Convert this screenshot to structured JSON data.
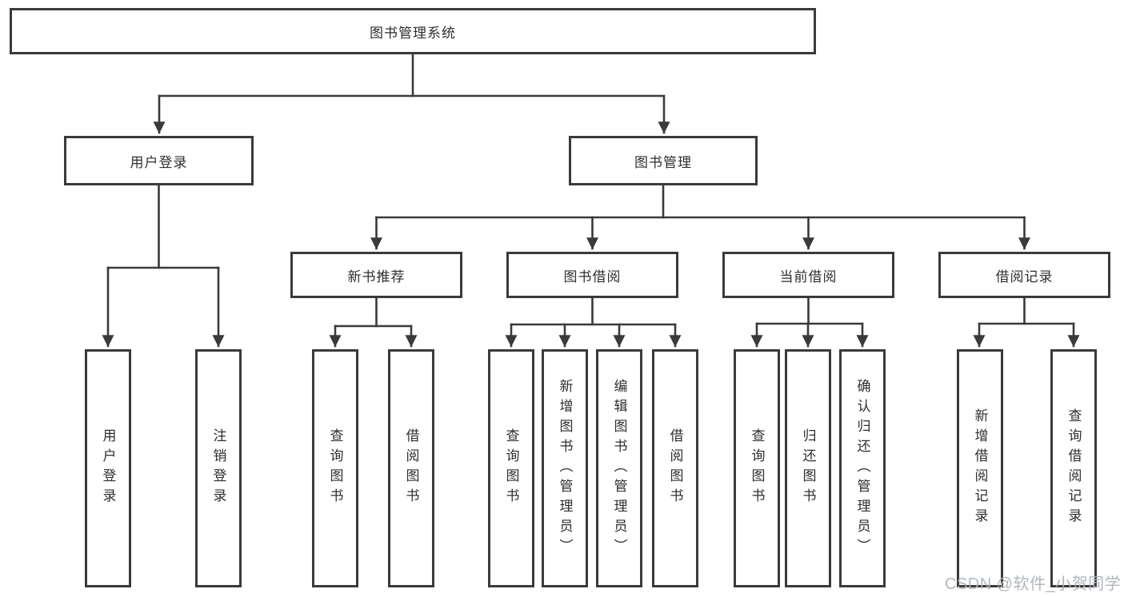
{
  "title": "图书管理系统",
  "branches": [
    {
      "label": "用户登录",
      "children": [
        "用户登录",
        "注销登录"
      ]
    },
    {
      "label": "图书管理",
      "sections": [
        {
          "label": "新书推荐",
          "children": [
            "查询图书",
            "借阅图书"
          ]
        },
        {
          "label": "图书借阅",
          "children": [
            "查询图书",
            "新增图书（管理员）",
            "编辑图书（管理员）",
            "借阅图书"
          ]
        },
        {
          "label": "当前借阅",
          "children": [
            "查询图书",
            "归还图书",
            "确认归还（管理员）"
          ]
        },
        {
          "label": "借阅记录",
          "children": [
            "新增借阅记录",
            "查询借阅记录"
          ]
        }
      ]
    }
  ],
  "watermark": "CSDN @软件_小贺同学",
  "colors": {
    "line": "#3a3a3a",
    "text": "#2e2e2e",
    "box_background": "#ffffff",
    "watermark": "#adb2b8",
    "background": "#ffffff"
  }
}
